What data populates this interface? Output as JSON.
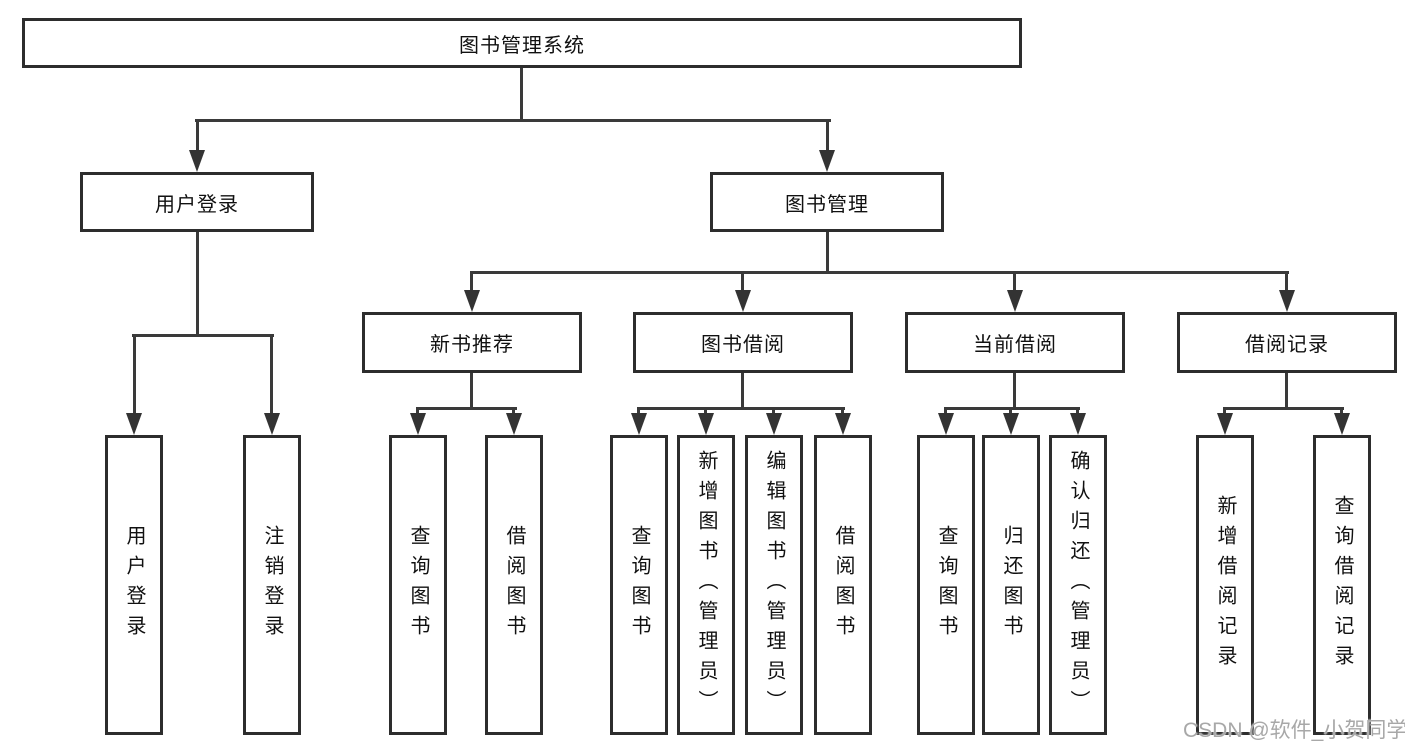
{
  "diagram_title": "图书管理系统",
  "nodes": {
    "root": "图书管理系统",
    "user_login": "用户登录",
    "book_management": "图书管理",
    "leaf_user_login": "用户登录",
    "leaf_logout": "注销登录",
    "new_book_recommend": "新书推荐",
    "book_borrowing": "图书借阅",
    "current_borrowing": "当前借阅",
    "borrowing_records": "借阅记录",
    "nbr_query_books": "查询图书",
    "nbr_borrow_books": "借阅图书",
    "bb_query_books": "查询图书",
    "bb_add_books_admin": "新增图书（管理员）",
    "bb_edit_books_admin": "编辑图书（管理员）",
    "bb_borrow_books": "借阅图书",
    "cb_query_books": "查询图书",
    "cb_return_books": "归还图书",
    "cb_confirm_return_admin": "确认归还（管理员）",
    "br_add_record": "新增借阅记录",
    "br_query_record": "查询借阅记录"
  },
  "hierarchy": {
    "图书管理系统": {
      "用户登录": [
        "用户登录",
        "注销登录"
      ],
      "图书管理": {
        "新书推荐": [
          "查询图书",
          "借阅图书"
        ],
        "图书借阅": [
          "查询图书",
          "新增图书（管理员）",
          "编辑图书（管理员）",
          "借阅图书"
        ],
        "当前借阅": [
          "查询图书",
          "归还图书",
          "确认归还（管理员）"
        ],
        "借阅记录": [
          "新增借阅记录",
          "查询借阅记录"
        ]
      }
    }
  },
  "watermark": "CSDN @软件_小贺同学",
  "colors": {
    "background": "#ffffff",
    "box_border": "#2d2d2d",
    "connector_line": "#3a3a3a",
    "text": "#111111",
    "watermark": "#a8a8a8"
  }
}
